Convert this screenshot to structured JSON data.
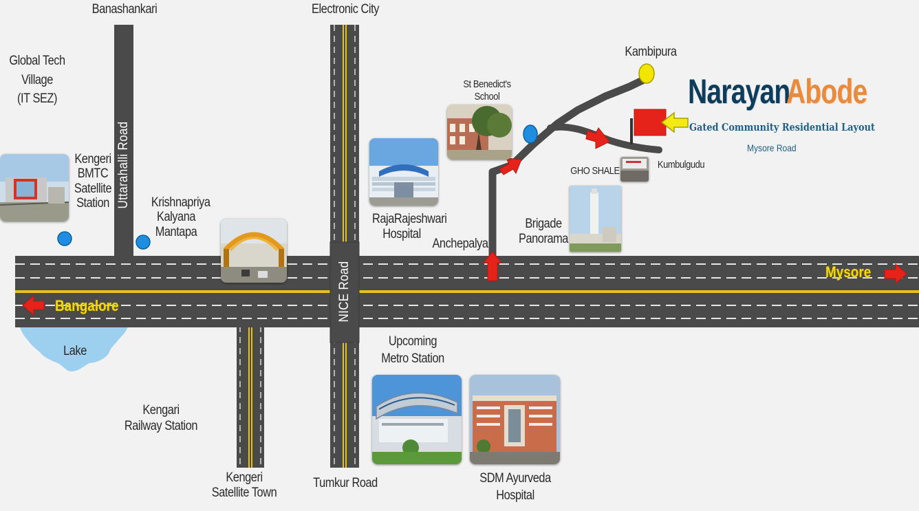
{
  "brand": {
    "name_part1": "Narayan",
    "name_part2": "Abode",
    "tagline": "Gated Community Residential Layout",
    "location": "Mysore Road"
  },
  "roads": {
    "uttarahalli": "Uttarahalli Road",
    "nice": "NICE Road",
    "destination_left": "Bangalore",
    "destination_right": "Mysore"
  },
  "labels": {
    "banashankari": "Banashankari",
    "electronic_city": "Electronic City",
    "global_tech_village": "Global Tech\nVillage\n(IT SEZ)",
    "kengeri_bmtc": "Kengeri\nBMTC\nSatellite\nStation",
    "krishnapriya": "Krishnapriya\nKalyana\nMantapa",
    "rajarajeshwari": "RajaRajeshwari\nHospital",
    "st_benedicts": "St Benedict's\nSchool",
    "anchepalya": "Anchepalya",
    "brigade_panorama": "Brigade\nPanorama",
    "gho_shale": "GHO SHALE",
    "kumbulgudu": "Kumbulgudu",
    "kambipura": "Kambipura",
    "lake": "Lake",
    "upcoming_metro": "Upcoming\nMetro Station",
    "kengari_railway": "Kengari\nRailway Station",
    "kengeri_satellite_town": "Kengeri\nSatellite Town",
    "tumkur_road": "Tumkur Road",
    "sdm_ayurveda": "SDM Ayurveda\nHospital"
  },
  "colors": {
    "road": "#4a4a4a",
    "road_line": "#e8c21a",
    "lane_dash": "#e6e6e6",
    "arrow_red": "#e5231b",
    "arrow_yellow": "#f2ea12",
    "marker_blue": "#1f8ee0",
    "marker_yellow": "#f2e600",
    "lake": "#9dd0ee",
    "brand_navy": "#0e3d5c",
    "brand_orange": "#e98b3f"
  }
}
